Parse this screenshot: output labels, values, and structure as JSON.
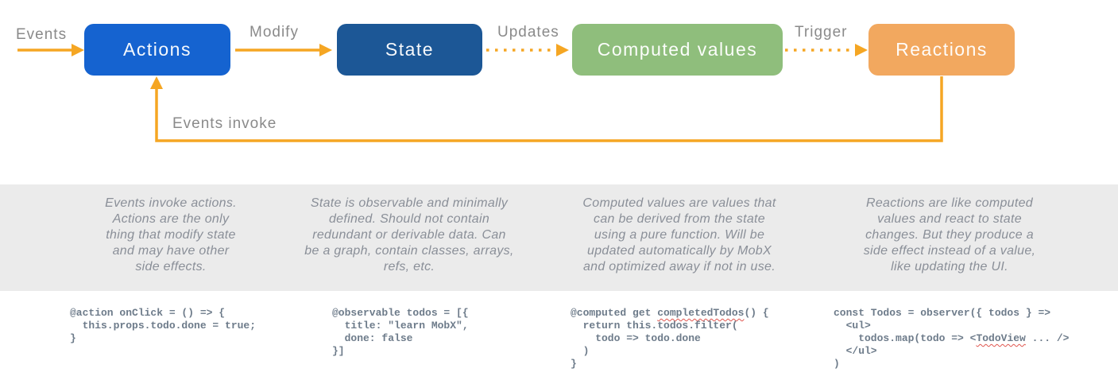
{
  "diagram": {
    "arrow_color": "#F5A623",
    "input_label": "Events",
    "nodes": {
      "actions": {
        "label": "Actions",
        "color": "#1563D0"
      },
      "state": {
        "label": "State",
        "color": "#1C5796"
      },
      "computed": {
        "label": "Computed values",
        "color": "#8FBE7C"
      },
      "reactions": {
        "label": "Reactions",
        "color": "#F2A85F"
      }
    },
    "edges": {
      "modify": "Modify",
      "updates": "Updates",
      "trigger": "Trigger",
      "feedback": "Events invoke"
    }
  },
  "descriptions": {
    "actions": "Events invoke actions.\nActions are the only\nthing that modify state\nand may have other\nside effects.",
    "state": "State is observable and minimally\ndefined. Should not contain\nredundant or derivable data. Can\nbe a graph, contain classes, arrays,\nrefs, etc.",
    "computed": "Computed values are values that\ncan be derived from the state\nusing a pure function. Will be\nupdated automatically by MobX\nand optimized away if not in use.",
    "reactions": "Reactions are like computed\nvalues and react to state\nchanges. But they produce a\nside effect instead of a value,\nlike updating the UI."
  },
  "code": {
    "actions": {
      "pre": "@action onClick = () => {\n  this.props.todo.done = true;\n}",
      "squiggle": "",
      "post": ""
    },
    "state": {
      "pre": "@observable todos = [{\n  title: \"learn MobX\",\n  done: false\n}]",
      "squiggle": "",
      "post": ""
    },
    "computed": {
      "pre": "@computed get ",
      "squiggle": "completedTodos",
      "post": "() {\n  return this.todos.filter(\n    todo => todo.done\n  )\n}"
    },
    "reactions": {
      "pre": "const Todos = observer({ todos } =>\n  <ul>\n    todos.map(todo => <",
      "squiggle": "TodoView",
      "post": " ... />\n  </ul>\n)"
    }
  }
}
